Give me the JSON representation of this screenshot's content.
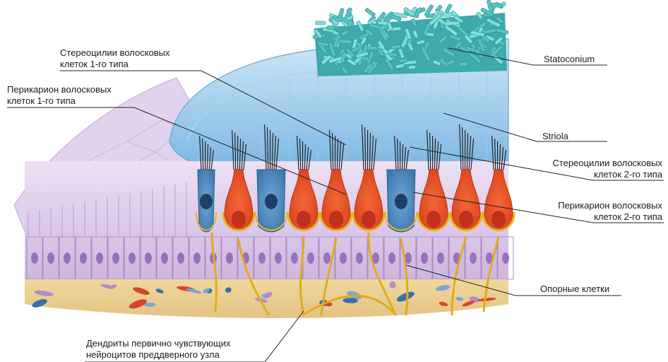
{
  "labels": {
    "stereocilia_type1": [
      "Стереоцилии волосковых",
      "клеток 1-го типа"
    ],
    "perikaryon_type1": [
      "Перикарион волосковых",
      "клеток 1-го типа"
    ],
    "statoconium": "Statoconium",
    "striola": "Striola",
    "stereocilia_type2": [
      "Стереоцилии волосковых",
      "клеток 2-го типа"
    ],
    "perikaryon_type2": [
      "Перикарион волосковых",
      "клеток 2-го типа"
    ],
    "supporting_cells": "Опорные клетки",
    "dendrites": [
      "Дендриты первично чувствующих",
      "нейроцитов преддверного узла"
    ]
  },
  "colors": {
    "type1_cell": "#e8521e",
    "type2_cell": "#4f8fc4",
    "membrane": "#8fc6ea",
    "statoconia": "#5fc7c9",
    "supporting_cell": "#d6c3e6",
    "connective": "#e4c27a",
    "nerve": "#e8b422"
  },
  "cells": [
    {
      "type": "type2"
    },
    {
      "type": "type1"
    },
    {
      "type": "type2"
    },
    {
      "type": "type1"
    },
    {
      "type": "type1"
    },
    {
      "type": "type1"
    },
    {
      "type": "type2"
    },
    {
      "type": "type1"
    },
    {
      "type": "type1"
    },
    {
      "type": "type1"
    }
  ]
}
